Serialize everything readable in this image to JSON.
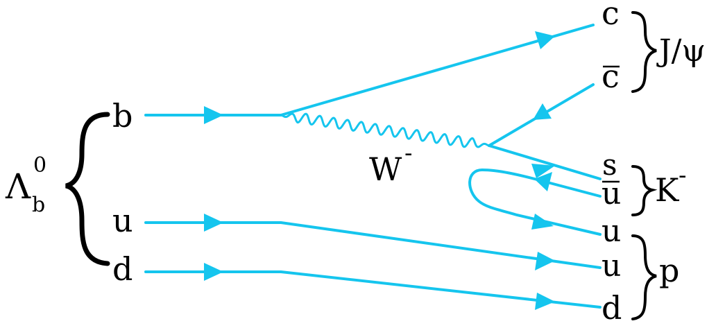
{
  "colors": {
    "line": "#15c5ee",
    "text": "#000000"
  },
  "labels": {
    "baryon": "Λ",
    "baryon_sub": "b",
    "baryon_sup": "0",
    "b": "b",
    "u": "u",
    "d": "d",
    "boson": "W",
    "boson_sup": "-",
    "c": "c",
    "cbar": "c",
    "s": "s",
    "ubar": "u",
    "out_u1": "u",
    "out_u2": "u",
    "out_d": "d",
    "jpsi": "J/ψ",
    "kaon": "K",
    "kaon_sup": "-",
    "proton": "p"
  }
}
